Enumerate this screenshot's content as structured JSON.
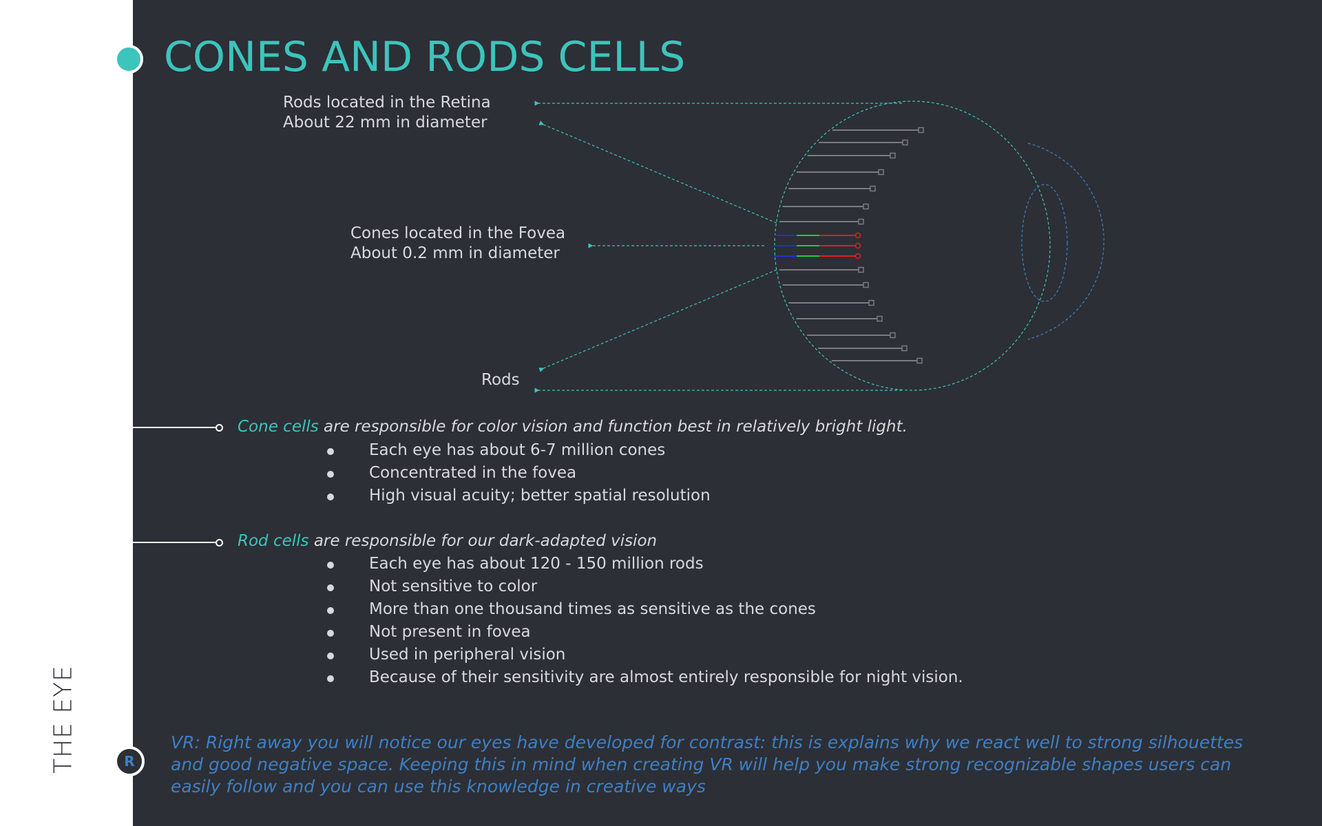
{
  "sidebar": {
    "label": "THE EYE",
    "badge": "R"
  },
  "title": "CONES AND RODS CELLS",
  "diagram": {
    "label_rods_retina_line1": "Rods located in the Retina",
    "label_rods_retina_line2": "About 22 mm in diameter",
    "label_cones_line1": "Cones located in the Fovea",
    "label_cones_line2": "About 0.2 mm in diameter",
    "label_rods": "Rods",
    "colors": {
      "accent": "#3dc4bc",
      "rod": "#7a7c80",
      "cone_blue": "#1f2ee0",
      "cone_green": "#22c93a",
      "cone_red": "#e01f1f",
      "lens": "#3f7fc4"
    }
  },
  "cones": {
    "intro_accent": "Cone cells",
    "intro_rest": " are responsible for color vision and function best in relatively bright light.",
    "bullets": [
      "Each eye has about 6-7 million cones",
      "Concentrated in the fovea",
      "High visual acuity; better spatial resolution"
    ]
  },
  "rods": {
    "intro_accent": "Rod cells",
    "intro_rest": " are responsible for our dark-adapted vision",
    "bullets": [
      "Each eye has about 120 - 150 million rods",
      "Not sensitive to color",
      "More than one thousand times as sensitive as the cones",
      "Not present in fovea",
      "Used in peripheral vision",
      "Because of their sensitivity are almost entirely responsible for night vision."
    ]
  },
  "vr_note": "VR: Right away you will notice our eyes have developed for contrast: this is explains why we react well to strong silhouettes and good negative space. Keeping this in mind when creating VR will help you make strong recognizable shapes users can easily follow and you can use this knowledge in creative ways"
}
